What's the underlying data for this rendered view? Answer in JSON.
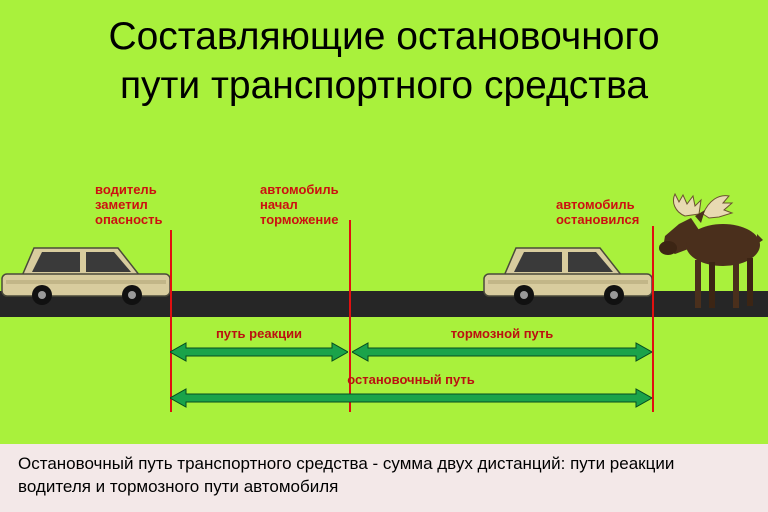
{
  "title": "Составляющие остановочного\nпути транспортного средства",
  "markers": {
    "driver_noticed": "водитель\nзаметил\nопасность",
    "braking_started": "автомобиль\nначал\nторможение",
    "car_stopped": "автомобиль\nостановился"
  },
  "distances": {
    "reaction": "путь реакции",
    "braking": "тормозной путь",
    "stopping": "остановочный путь"
  },
  "footer": "Остановочный путь транспортного средства - сумма двух дистанций: пути реакции водителя и тормозного пути автомобиля",
  "colors": {
    "background": "#a9f13c",
    "road": "#262626",
    "marker_red": "#cc1111",
    "arrow_green": "#1aa34a",
    "footer_background": "#f3e8e8"
  }
}
